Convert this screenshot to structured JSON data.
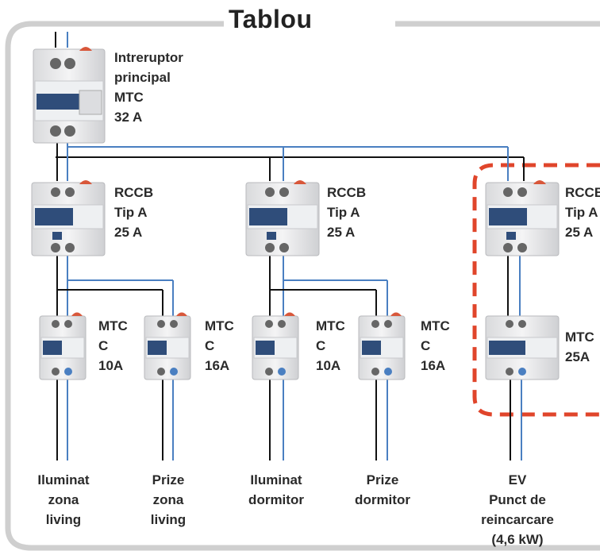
{
  "title": "Tablou",
  "main_breaker": {
    "lines": [
      "Intreruptor",
      "principal",
      "MTC",
      "32 A"
    ]
  },
  "rccb_left": {
    "lines": [
      "RCCB",
      "Tip A",
      "25 A"
    ]
  },
  "rccb_mid": {
    "lines": [
      "RCCB",
      "Tip A",
      "25 A"
    ]
  },
  "rccb_ev": {
    "lines": [
      "RCCB",
      "Tip A",
      "25 A"
    ]
  },
  "mcb_1": {
    "lines": [
      "MTC",
      "C",
      "10A"
    ]
  },
  "mcb_2": {
    "lines": [
      "MTC",
      "C",
      "16A"
    ]
  },
  "mcb_3": {
    "lines": [
      "MTC",
      "C",
      "10A"
    ]
  },
  "mcb_4": {
    "lines": [
      "MTC",
      "C",
      "16A"
    ]
  },
  "mcb_ev": {
    "lines": [
      "MTC",
      "25A"
    ]
  },
  "circuits": [
    {
      "lines": [
        "Iluminat",
        "zona",
        "living"
      ]
    },
    {
      "lines": [
        "Prize",
        "zona",
        "living"
      ]
    },
    {
      "lines": [
        "Iluminat",
        "dormitor"
      ]
    },
    {
      "lines": [
        "Prize",
        "dormitor"
      ]
    },
    {
      "lines": [
        "EV",
        "Punct de",
        "reincarcare",
        "(4,6 kW)"
      ]
    }
  ],
  "colors": {
    "frame": "#cfcfcf",
    "phase_wire": "#111111",
    "neutral_wire": "#4a7fc1",
    "ev_highlight": "#e0452b"
  }
}
